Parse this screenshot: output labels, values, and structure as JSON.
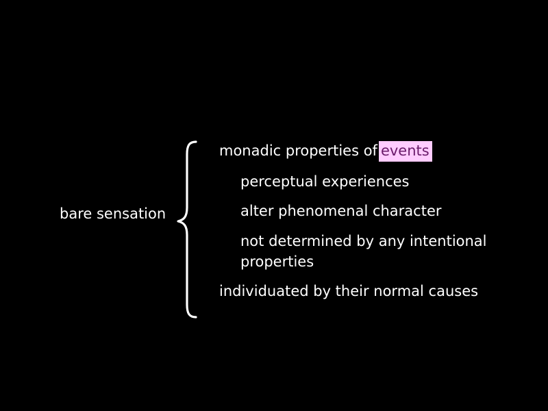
{
  "term": "bare sensation",
  "items": [
    {
      "prefix": "monadic properties of",
      "highlight": "events"
    },
    {
      "text": "perceptual experiences"
    },
    {
      "text": "alter phenomenal character"
    },
    {
      "text": "not determined by any intentional",
      "text2": "properties"
    },
    {
      "text": "individuated by their normal causes"
    }
  ],
  "colors": {
    "background": "#000000",
    "text": "#ffffff",
    "highlight_bg": "#ffccff",
    "highlight_text": "#6a1b6a"
  }
}
